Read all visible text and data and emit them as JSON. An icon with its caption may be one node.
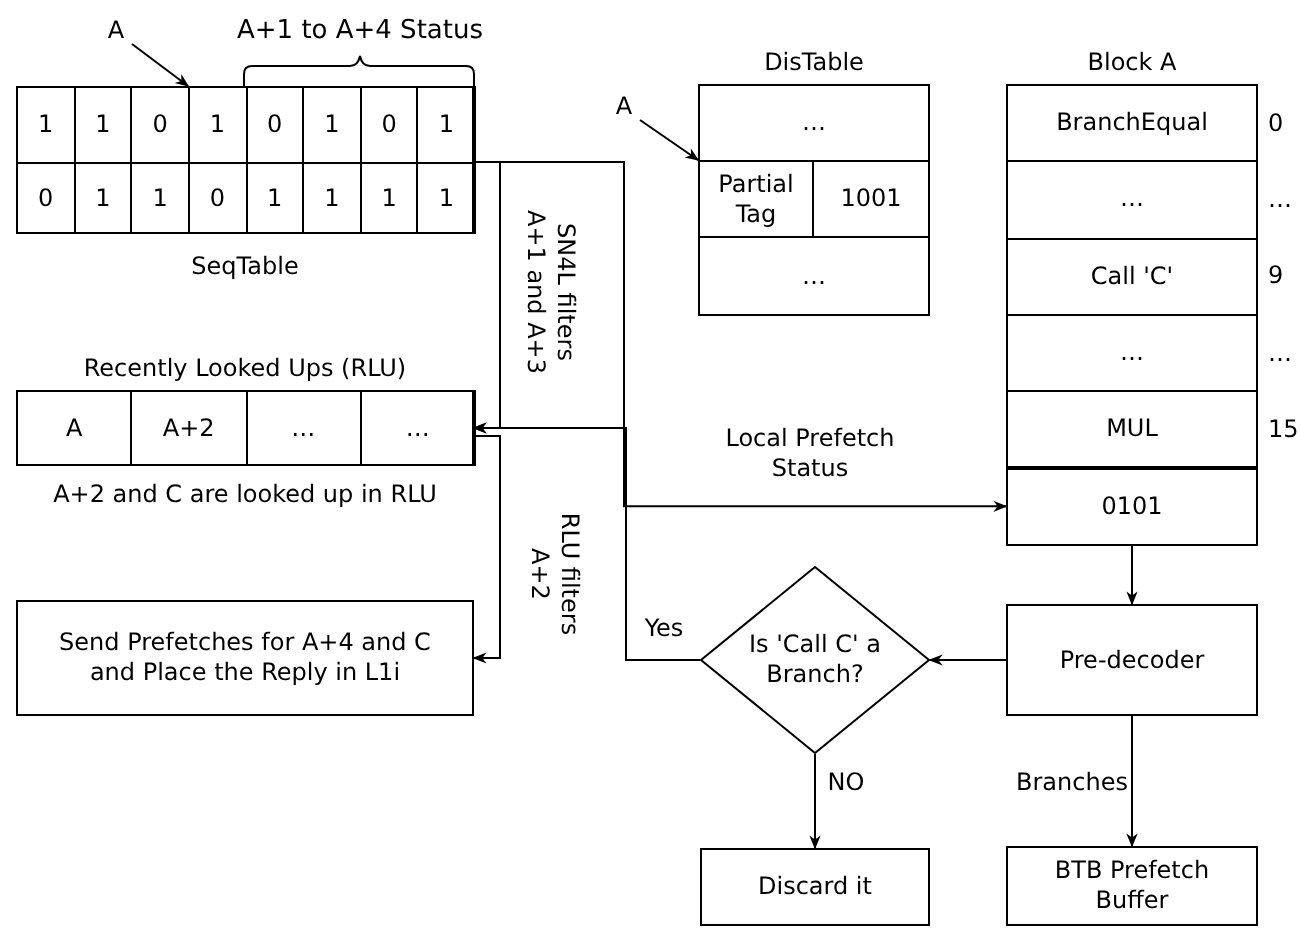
{
  "diagram": {
    "nodes": [
      {
        "text": [
          "SeqTable"
        ]
      },
      {
        "text": [
          "1"
        ],
        "in": 0
      },
      {
        "text": [
          "1"
        ],
        "in": 0
      },
      {
        "text": [
          "0"
        ],
        "in": 0
      },
      {
        "text": [
          "1"
        ],
        "in": 0
      },
      {
        "text": [
          "0"
        ],
        "in": 0
      },
      {
        "text": [
          "1"
        ],
        "in": 0
      },
      {
        "text": [
          "0"
        ],
        "in": 0
      },
      {
        "text": [
          "1"
        ],
        "in": 0
      },
      {
        "text": [
          "0"
        ],
        "in": 0
      },
      {
        "text": [
          "1"
        ],
        "in": 0
      },
      {
        "text": [
          "1"
        ],
        "in": 0
      },
      {
        "text": [
          "0"
        ],
        "in": 0
      },
      {
        "text": [
          "1"
        ],
        "in": 0
      },
      {
        "text": [
          "1"
        ],
        "in": 0
      },
      {
        "text": [
          "1"
        ],
        "in": 0
      },
      {
        "text": [
          "1"
        ],
        "in": 0
      },
      {
        "text": [
          "A"
        ]
      },
      {
        "text": [
          "DisTable"
        ]
      },
      {
        "text": [
          "…"
        ],
        "in": 18
      },
      {
        "text": [
          "Partial Tag"
        ],
        "in": 18
      },
      {
        "text": [
          "1001"
        ],
        "in": 18
      },
      {
        "text": [
          "…"
        ],
        "in": 18
      },
      {
        "text": [
          "A"
        ]
      },
      {
        "text": [
          "Block A"
        ]
      },
      {
        "text": [
          "BranchEqual"
        ],
        "in": 24,
        "beside": [
          "0"
        ]
      },
      {
        "text": [
          "…"
        ],
        "in": 24,
        "beside": [
          "…"
        ]
      },
      {
        "text": [
          "Call 'C'"
        ],
        "in": 24,
        "beside": [
          "9"
        ]
      },
      {
        "text": [
          "…"
        ],
        "in": 24,
        "beside": [
          "…"
        ]
      },
      {
        "text": [
          "MUL"
        ],
        "in": 24,
        "beside": [
          "15"
        ]
      },
      {
        "text": [
          "0101"
        ],
        "in": 24
      },
      {
        "text": [
          "Recently Looked Ups (RLU)"
        ],
        "beside": [
          "A+2 and C are looked up in RLU"
        ]
      },
      {
        "text": [
          "A"
        ],
        "in": 31
      },
      {
        "text": [
          "A+2"
        ],
        "in": 31
      },
      {
        "text": [
          "…"
        ],
        "in": 31
      },
      {
        "text": [
          "…"
        ],
        "in": 31
      },
      {
        "text": [
          "Send Prefetches for A+4 and C and Place the Reply in L1i"
        ]
      },
      {
        "text": [
          "Pre-decoder"
        ]
      },
      {
        "text": [
          "Is 'Call C' a Branch?"
        ]
      },
      {
        "text": [
          "Discard it"
        ]
      },
      {
        "text": [
          "BTB Prefetch Buffer"
        ]
      }
    ],
    "edges": [
      {
        "from": 0,
        "to": 31,
        "arrow": "to",
        "label": "SN4L filters A+1 and A+3"
      },
      {
        "from": 0,
        "to": 30,
        "arrow": "to",
        "label": "Local Prefetch Status"
      },
      {
        "from": 38,
        "to": 31,
        "arrow": "to",
        "label": "Yes"
      },
      {
        "from": 31,
        "to": 36,
        "arrow": "to",
        "label": "RLU filters A+2"
      },
      {
        "from": 24,
        "to": 37,
        "arrow": "to"
      },
      {
        "from": 37,
        "to": 38,
        "arrow": "to"
      },
      {
        "from": 38,
        "to": 39,
        "arrow": "to",
        "label": "NO"
      },
      {
        "from": 37,
        "to": 40,
        "arrow": "to",
        "label": "Branches"
      },
      {
        "from": 17,
        "to": 0,
        "arrow": "to"
      },
      {
        "from": 23,
        "to": 20,
        "arrow": "to"
      }
    ],
    "labels": [
      "A+1 to A+4 Status"
    ]
  }
}
